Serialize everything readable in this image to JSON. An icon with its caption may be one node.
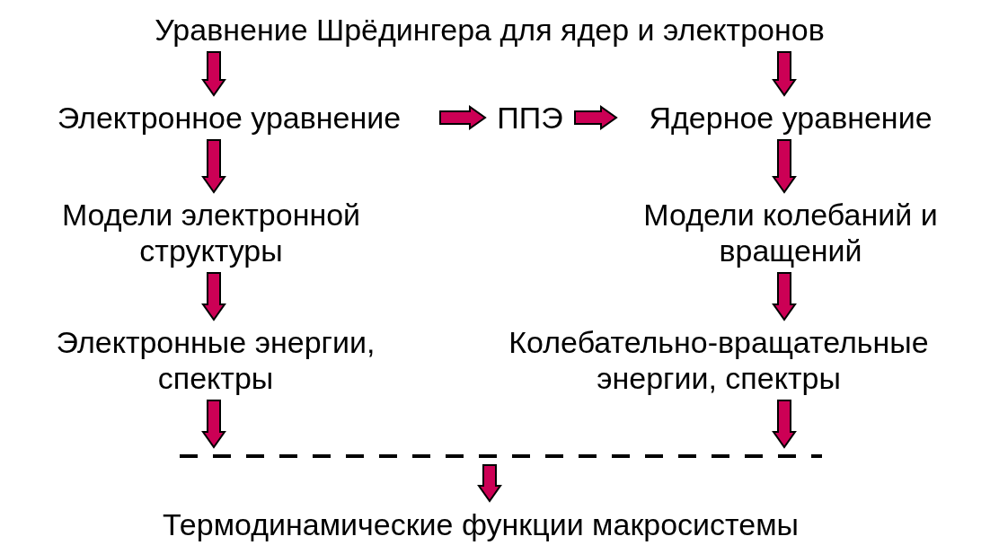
{
  "diagram": {
    "nodes": [
      {
        "text": [
          "Уравнение Шрёдингера для ядер и электронов"
        ]
      },
      {
        "text": [
          "Электронное уравнение"
        ]
      },
      {
        "text": [
          "ППЭ"
        ]
      },
      {
        "text": [
          "Ядерное уравнение"
        ]
      },
      {
        "text": [
          "Модели электронной структуры"
        ]
      },
      {
        "text": [
          "Модели колебаний и вращений"
        ]
      },
      {
        "text": [
          "Электронные энергии, спектры"
        ]
      },
      {
        "text": [
          "Колебательно-вращательные энергии, спектры"
        ]
      },
      {
        "text": [],
        "shape": "line"
      },
      {
        "text": [
          "Термодинамические функции макросистемы"
        ]
      }
    ],
    "edges": [
      {
        "from": 0,
        "to": 1,
        "arrow": "to"
      },
      {
        "from": 0,
        "to": 3,
        "arrow": "to"
      },
      {
        "from": 1,
        "to": 2,
        "arrow": "to"
      },
      {
        "from": 2,
        "to": 3,
        "arrow": "to"
      },
      {
        "from": 1,
        "to": 4,
        "arrow": "to"
      },
      {
        "from": 3,
        "to": 5,
        "arrow": "to"
      },
      {
        "from": 4,
        "to": 6,
        "arrow": "to"
      },
      {
        "from": 5,
        "to": 7,
        "arrow": "to"
      },
      {
        "from": 6,
        "to": 8,
        "arrow": "to"
      },
      {
        "from": 7,
        "to": 8,
        "arrow": "to"
      },
      {
        "from": 8,
        "to": 9,
        "arrow": "to"
      }
    ]
  }
}
